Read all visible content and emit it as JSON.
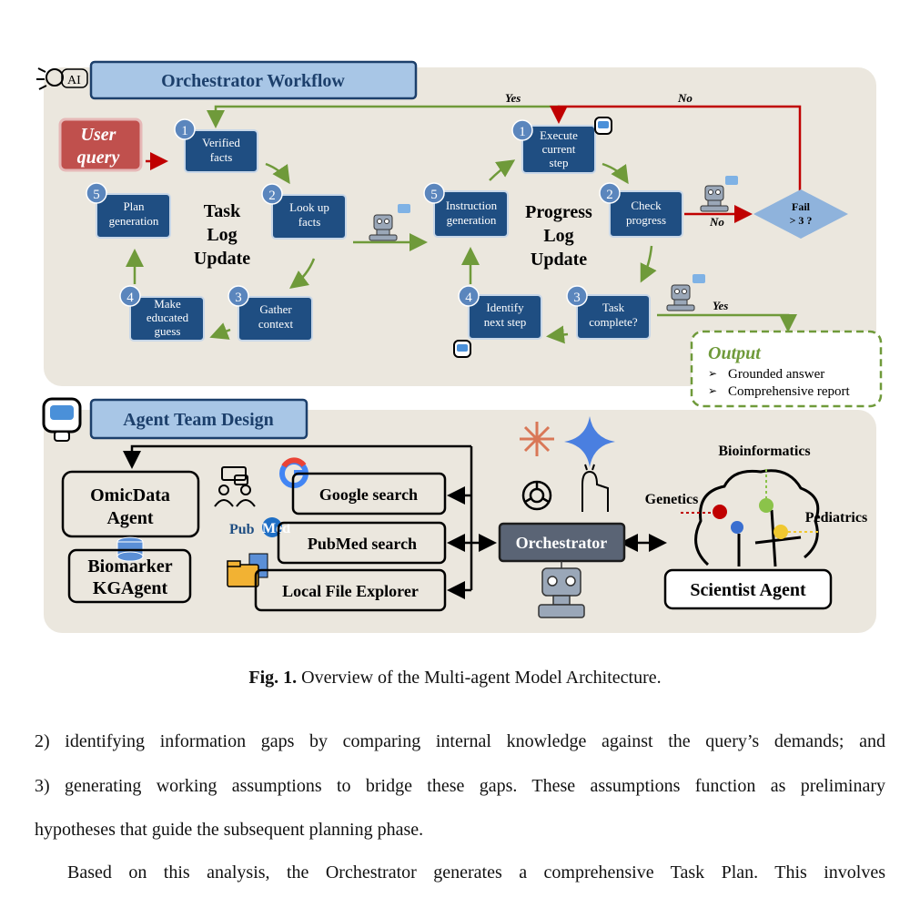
{
  "figure": {
    "orchestrator_title": "Orchestrator Workflow",
    "ai_icon_label": "AI",
    "user_query": [
      "User",
      "query"
    ],
    "task_cycle": {
      "steps": [
        {
          "num": "1",
          "lines": [
            "Verified",
            "facts"
          ]
        },
        {
          "num": "2",
          "lines": [
            "Look up",
            "facts"
          ]
        },
        {
          "num": "3",
          "lines": [
            "Gather",
            "context"
          ]
        },
        {
          "num": "4",
          "lines": [
            "Make",
            "educated",
            "guess"
          ]
        },
        {
          "num": "5",
          "lines": [
            "Plan",
            "generation"
          ]
        }
      ],
      "center": [
        "Task",
        "Log",
        "Update"
      ]
    },
    "progress_cycle": {
      "steps": [
        {
          "num": "1",
          "lines": [
            "Execute",
            "current",
            "step"
          ]
        },
        {
          "num": "2",
          "lines": [
            "Check",
            "progress"
          ]
        },
        {
          "num": "3",
          "lines": [
            "Task",
            "complete?"
          ]
        },
        {
          "num": "4",
          "lines": [
            "Identify",
            "next step"
          ]
        },
        {
          "num": "5",
          "lines": [
            "Instruction",
            "generation"
          ]
        }
      ],
      "center": [
        "Progress",
        "Log",
        "Update"
      ]
    },
    "decision": [
      "Fail",
      "> 3 ?"
    ],
    "labels": {
      "yes_top": "Yes",
      "no_top": "No",
      "no_side": "No",
      "yes_bottom": "Yes"
    },
    "output": {
      "title": "Output",
      "items": [
        "Grounded answer",
        "Comprehensive report"
      ]
    },
    "agent_team_title": "Agent Team Design",
    "agents": {
      "omicdata": [
        "OmicData",
        "Agent"
      ],
      "biomarker": [
        "Biomarker",
        "KGAgent"
      ],
      "orchestrator": "Orchestrator",
      "scientist": "Scientist Agent"
    },
    "tools": [
      "Google search",
      "PubMed search",
      "Local File Explorer"
    ],
    "pubmed_logo": [
      "Pub",
      "Med"
    ],
    "brain_labels": [
      "Bioinformatics",
      "Genetics",
      "Pediatrics"
    ],
    "colors": {
      "box": "#1f4e82",
      "panel": "#ebe7de",
      "title_bar": "#a8c6e6",
      "user_query": "#c0504d",
      "green_arrow": "#6f9a3a",
      "red_arrow": "#c00000",
      "diamond": "#8fb3dc"
    }
  },
  "caption": {
    "label": "Fig. 1.",
    "text": "Overview of the Multi-agent Model Architecture."
  },
  "paragraphs": [
    "2) identifying information gaps by comparing internal knowledge against the query’s demands; and",
    "3) generating working assumptions to bridge these gaps.  These assumptions function as preliminary",
    "hypotheses that guide the subsequent planning phase.",
    "Based on this analysis, the Orchestrator generates a comprehensive Task Plan.  This involves"
  ]
}
